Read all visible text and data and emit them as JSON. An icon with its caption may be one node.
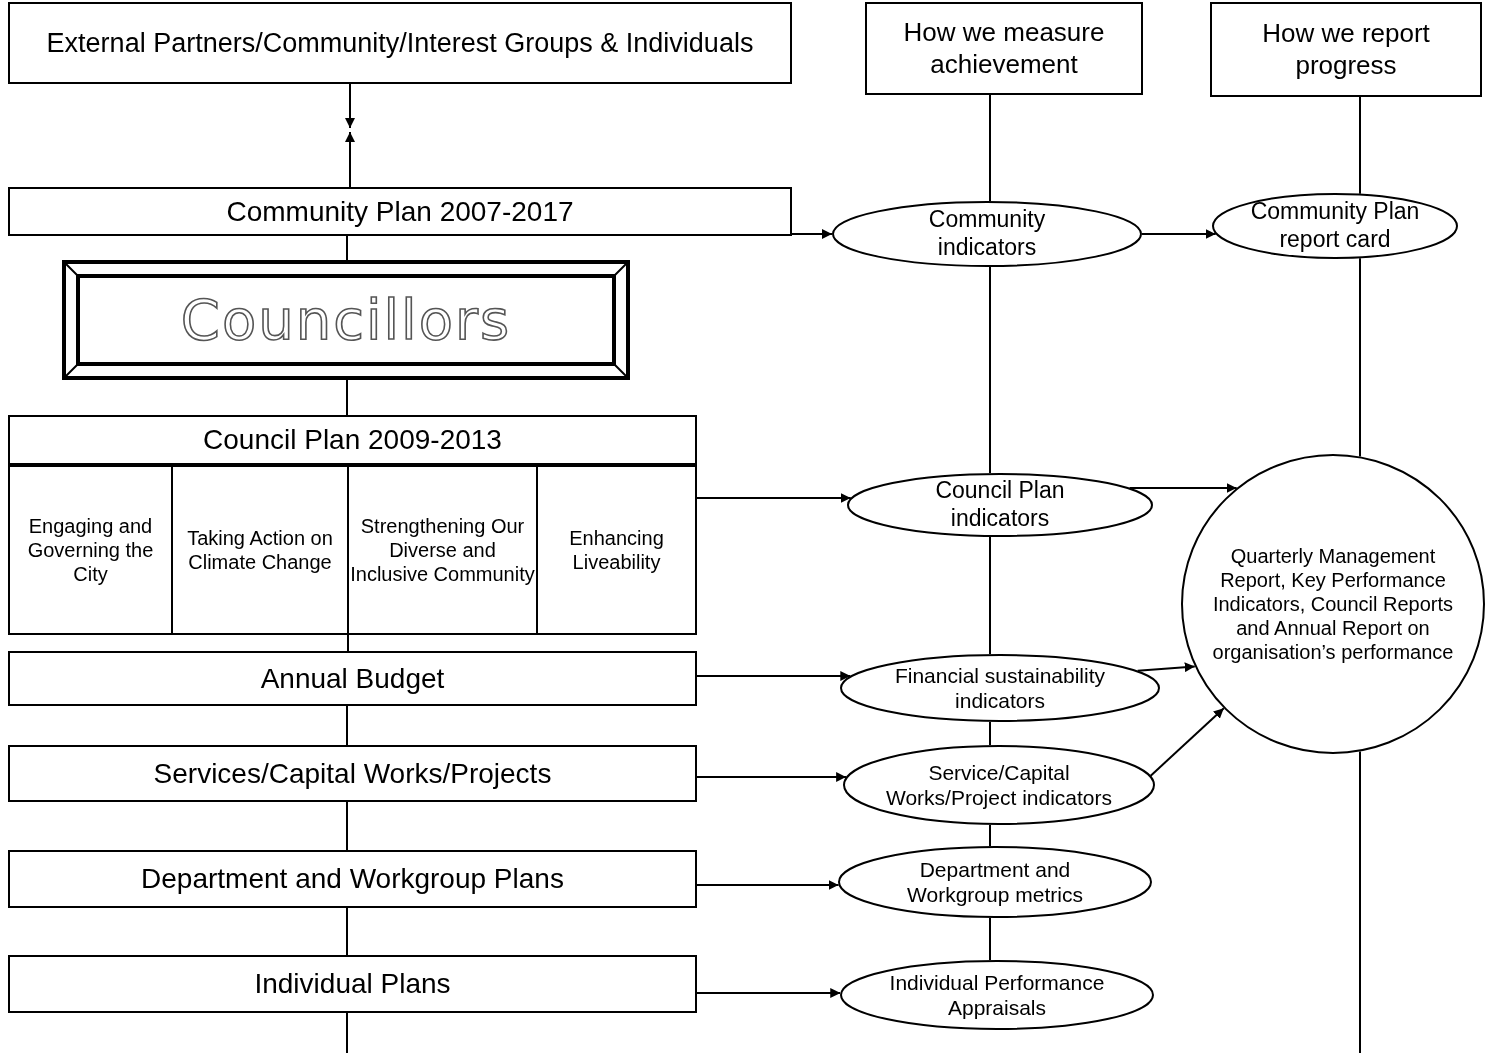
{
  "diagram": {
    "nodes": [
      {
        "text": [
          "External Partners/Community/Interest Groups & Individuals"
        ]
      },
      {
        "text": [
          "How we measure achievement"
        ]
      },
      {
        "text": [
          "How we report progress"
        ]
      },
      {
        "text": [
          "Community Plan 2007-2017"
        ]
      },
      {
        "text": [
          "Councillors"
        ]
      },
      {
        "text": [
          "Council Plan 2009-2013"
        ]
      },
      {
        "text": [
          "Engaging and Governing the City"
        ]
      },
      {
        "text": [
          "Taking Action on Climate Change"
        ]
      },
      {
        "text": [
          "Strengthening Our Diverse and Inclusive Community"
        ]
      },
      {
        "text": [
          "Enhancing Liveability"
        ]
      },
      {
        "text": [
          "Annual Budget"
        ]
      },
      {
        "text": [
          "Services/Capital Works/Projects"
        ]
      },
      {
        "text": [
          "Department and Workgroup Plans"
        ]
      },
      {
        "text": [
          "Individual Plans"
        ]
      },
      {
        "text": [
          "Community indicators"
        ]
      },
      {
        "text": [
          "Community Plan report card"
        ]
      },
      {
        "text": [
          "Council Plan indicators"
        ]
      },
      {
        "text": [
          "Quarterly Management Report, Key Performance Indicators, Council Reports and Annual Report on organisation’s performance"
        ]
      },
      {
        "text": [
          "Financial sustainability indicators"
        ]
      },
      {
        "text": [
          "Service/Capital Works/Project indicators"
        ]
      },
      {
        "text": [
          "Department and Workgroup metrics"
        ]
      },
      {
        "text": [
          "Individual Performance Appraisals"
        ]
      }
    ],
    "edges": [
      {
        "from": 0,
        "to": null,
        "arrow": "to"
      },
      {
        "from": 3,
        "to": null,
        "arrow": "to"
      },
      {
        "from": 3,
        "to": 4,
        "arrow": "none"
      },
      {
        "from": 4,
        "to": 5,
        "arrow": "none"
      },
      {
        "from": 8,
        "to": 10,
        "arrow": "none"
      },
      {
        "from": 10,
        "to": 11,
        "arrow": "none"
      },
      {
        "from": 11,
        "to": 12,
        "arrow": "none"
      },
      {
        "from": 12,
        "to": 13,
        "arrow": "none"
      },
      {
        "from": 13,
        "to": null,
        "arrow": "none"
      },
      {
        "from": 1,
        "to": 14,
        "arrow": "none"
      },
      {
        "from": 14,
        "to": 16,
        "arrow": "none"
      },
      {
        "from": 16,
        "to": 18,
        "arrow": "none"
      },
      {
        "from": 18,
        "to": 19,
        "arrow": "none"
      },
      {
        "from": 19,
        "to": 20,
        "arrow": "none"
      },
      {
        "from": 20,
        "to": 21,
        "arrow": "none"
      },
      {
        "from": 2,
        "to": 15,
        "arrow": "none"
      },
      {
        "from": 15,
        "to": 17,
        "arrow": "none"
      },
      {
        "from": 17,
        "to": null,
        "arrow": "none"
      },
      {
        "from": 3,
        "to": 14,
        "arrow": "to"
      },
      {
        "from": 14,
        "to": 15,
        "arrow": "to"
      },
      {
        "from": 9,
        "to": 16,
        "arrow": "to"
      },
      {
        "from": 16,
        "to": 17,
        "arrow": "to"
      },
      {
        "from": 10,
        "to": 18,
        "arrow": "to"
      },
      {
        "from": 18,
        "to": 17,
        "arrow": "to"
      },
      {
        "from": 11,
        "to": 19,
        "arrow": "to"
      },
      {
        "from": 19,
        "to": 17,
        "arrow": "to"
      },
      {
        "from": 12,
        "to": 20,
        "arrow": "to"
      },
      {
        "from": 13,
        "to": 21,
        "arrow": "to"
      }
    ]
  }
}
